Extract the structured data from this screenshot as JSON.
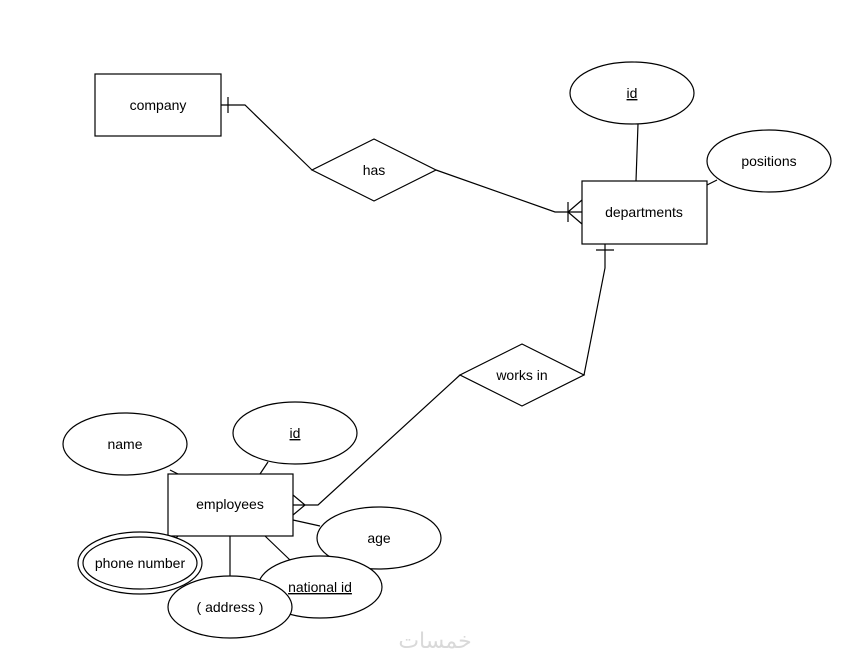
{
  "diagram": {
    "entities": {
      "company": "company",
      "departments": "departments",
      "employees": "employees"
    },
    "relationships": {
      "has": "has",
      "works_in": "works in"
    },
    "attributes": {
      "dept_id": "id",
      "positions": "positions",
      "emp_id": "id",
      "name": "name",
      "age": "age",
      "phone_number": "phone number",
      "national_id": "national id",
      "address": "( address )"
    }
  },
  "watermark": {
    "text": "خمسات"
  },
  "colors": {
    "stroke": "#000000",
    "fill": "#ffffff",
    "watermark": "#d9d9d9"
  }
}
